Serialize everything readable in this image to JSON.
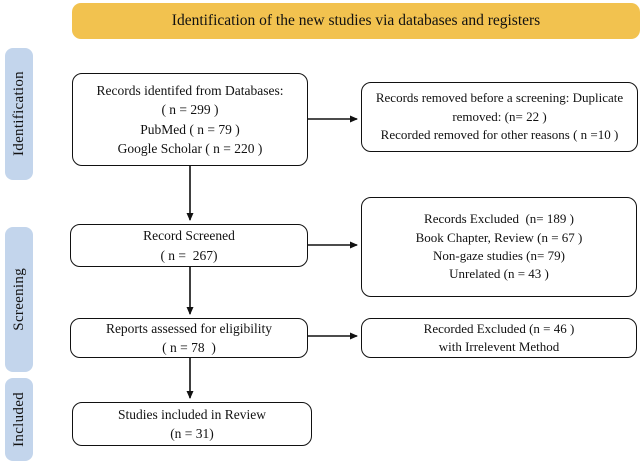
{
  "header": {
    "title": "Identification of the new studies via databases and registers"
  },
  "sidebar": {
    "items": [
      {
        "label": "Identification"
      },
      {
        "label": "Screening"
      },
      {
        "label": "Included"
      }
    ]
  },
  "flow": {
    "records_identified": {
      "lines": [
        "Records identifed from Databases:",
        "( n = 299 )",
        "PubMed ( n = 79 )",
        "Google Scholar ( n = 220 )"
      ]
    },
    "records_removed": {
      "lines": [
        "Records removed before a screening: Duplicate",
        "removed: (n= 22 )",
        "Recorded removed for other reasons ( n =10 )"
      ]
    },
    "records_screened": {
      "lines": [
        "Record Screened",
        "( n =  267)"
      ]
    },
    "records_excluded": {
      "lines": [
        "Records Excluded  (n= 189 )",
        "Book Chapter, Review (n = 67 )",
        "Non-gaze studies (n= 79)",
        "Unrelated (n = 43 )"
      ]
    },
    "reports_assessed": {
      "lines": [
        "Reports assessed for eligibility",
        "( n = 78  )"
      ]
    },
    "reports_excluded": {
      "lines": [
        "Recorded Excluded (n = 46 )",
        "with Irrelevent Method"
      ]
    },
    "studies_included": {
      "lines": [
        "Studies included in Review",
        "(n = 31)"
      ]
    }
  },
  "colors": {
    "header_bg": "#F2C24F",
    "sidebar_bg": "#C3D5EC",
    "box_border": "#111111",
    "arrow": "#111111",
    "text": "#111111"
  }
}
